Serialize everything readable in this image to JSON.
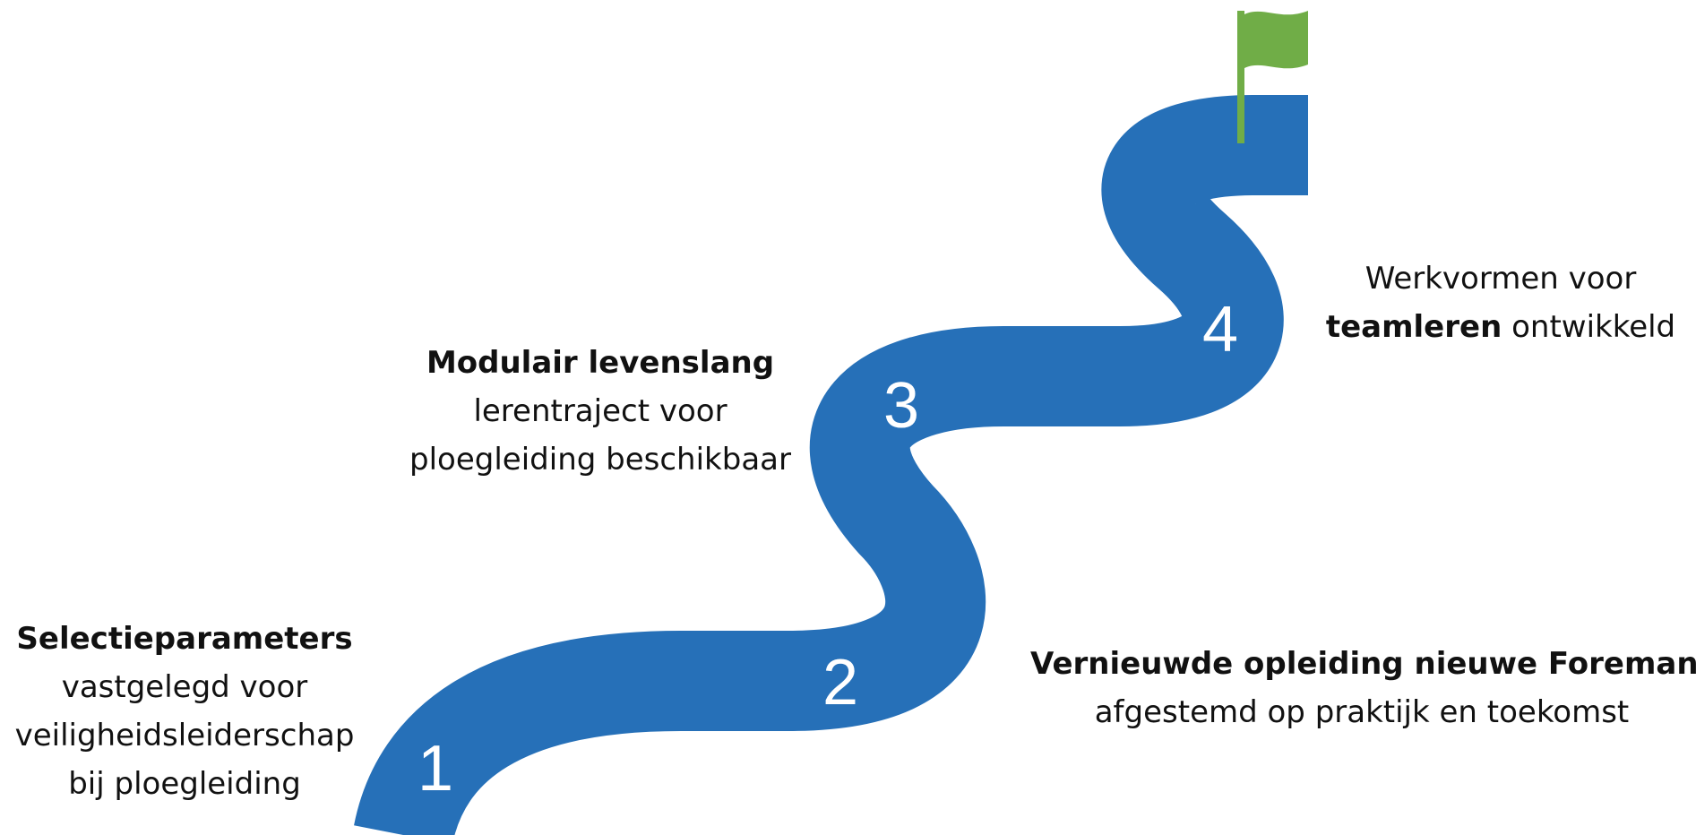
{
  "milestones": [
    {
      "number": "1",
      "bold": "Selectieparameters",
      "lines": [
        "vastgelegd voor",
        "veiligheidsleiderschap",
        "bij ploegleiding"
      ]
    },
    {
      "number": "2",
      "bold": "Vernieuwde opleiding nieuwe Foreman",
      "lines": [
        "afgestemd op praktijk en toekomst"
      ]
    },
    {
      "number": "3",
      "bold": "Modulair levenslang",
      "lines": [
        "lerentraject voor",
        "ploegleiding beschikbaar"
      ]
    },
    {
      "number": "4",
      "line1": "Werkvormen voor",
      "bold": "teamleren",
      "after_bold": " ontwikkeld"
    }
  ],
  "colors": {
    "road": "#2670b8",
    "flag": "#70ad47",
    "number_text": "#ffffff",
    "caption_text": "#111111"
  },
  "icons": {
    "goal": "green-flag-icon"
  }
}
